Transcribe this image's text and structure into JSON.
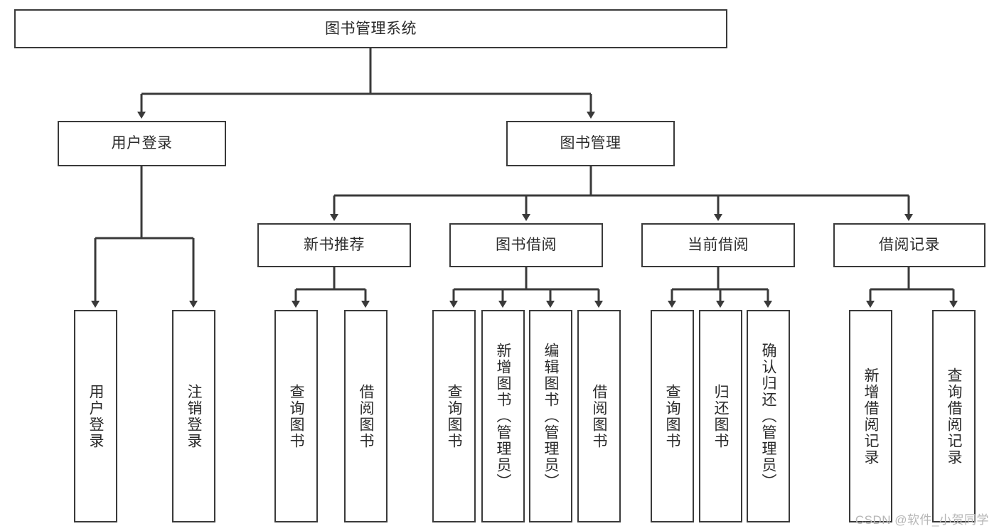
{
  "diagram": {
    "title": "图书管理系统",
    "type": "tree-hierarchy-chart",
    "watermark": "CSDN @软件_小贺同学",
    "nodes": {
      "root": {
        "label": "图书管理系统",
        "orientation": "horizontal"
      },
      "user_login": {
        "label": "用户登录",
        "orientation": "horizontal"
      },
      "book_manage": {
        "label": "图书管理",
        "orientation": "horizontal"
      },
      "new_book_rec": {
        "label": "新书推荐",
        "orientation": "horizontal"
      },
      "book_borrow": {
        "label": "图书借阅",
        "orientation": "horizontal"
      },
      "current_borrow": {
        "label": "当前借阅",
        "orientation": "horizontal"
      },
      "borrow_record": {
        "label": "借阅记录",
        "orientation": "horizontal"
      },
      "leaf_user_login": {
        "label": "用户登录",
        "orientation": "vertical"
      },
      "leaf_logout": {
        "label": "注销登录",
        "orientation": "vertical"
      },
      "leaf_query_book_1": {
        "label": "查询图书",
        "orientation": "vertical"
      },
      "leaf_borrow_book_1": {
        "label": "借阅图书",
        "orientation": "vertical"
      },
      "leaf_query_book_2": {
        "label": "查询图书",
        "orientation": "vertical"
      },
      "leaf_add_book": {
        "label": "新增图书（管理员）",
        "orientation": "vertical"
      },
      "leaf_edit_book": {
        "label": "编辑图书（管理员）",
        "orientation": "vertical"
      },
      "leaf_borrow_book_2": {
        "label": "借阅图书",
        "orientation": "vertical"
      },
      "leaf_query_book_3": {
        "label": "查询图书",
        "orientation": "vertical"
      },
      "leaf_return_book": {
        "label": "归还图书",
        "orientation": "vertical"
      },
      "leaf_confirm_return": {
        "label": "确认归还（管理员）",
        "orientation": "vertical"
      },
      "leaf_add_record": {
        "label": "新增借阅记录",
        "orientation": "vertical"
      },
      "leaf_query_record": {
        "label": "查询借阅记录",
        "orientation": "vertical"
      }
    },
    "colors": {
      "stroke": "#3a3a3a",
      "fill": "#ffffff",
      "text": "#2b2b2b",
      "watermark": "#b6b6b6"
    }
  }
}
